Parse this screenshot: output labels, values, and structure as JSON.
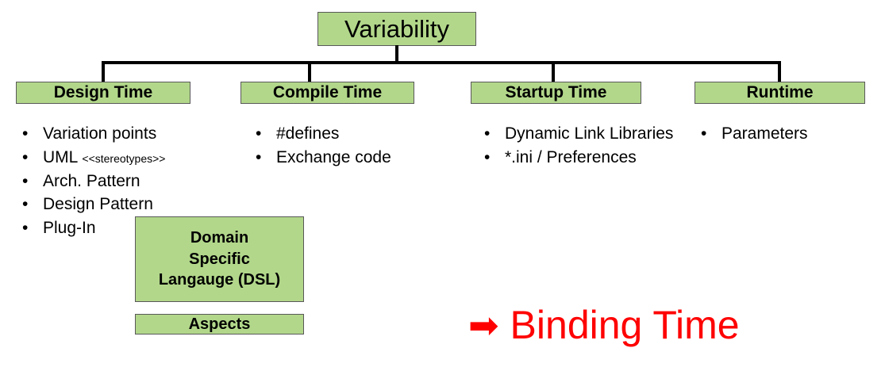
{
  "diagram": {
    "root": {
      "label": "Variability"
    },
    "columns": [
      {
        "header": "Design Time",
        "items": [
          {
            "text": "Variation points"
          },
          {
            "text": "UML ",
            "note": "<<stereotypes>>"
          },
          {
            "text": "Arch. Pattern"
          },
          {
            "text": "Design Pattern"
          },
          {
            "text": "Plug-In"
          }
        ]
      },
      {
        "header": "Compile Time",
        "items": [
          {
            "text": "#defines"
          },
          {
            "text": "Exchange code"
          }
        ]
      },
      {
        "header": "Startup Time",
        "items": [
          {
            "text": "Dynamic Link Libraries"
          },
          {
            "text": "*.ini / Preferences"
          }
        ]
      },
      {
        "header": "Runtime",
        "items": [
          {
            "text": "Parameters"
          }
        ]
      }
    ],
    "extra_boxes": [
      {
        "label_line1": "Domain",
        "label_line2": "Specific",
        "label_line3": "Langauge (DSL)"
      },
      {
        "label": "Aspects"
      }
    ],
    "callout": {
      "arrow": "➡",
      "text": "Binding Time"
    },
    "bullet_glyph": "•",
    "colors": {
      "box_fill": "#b2d78a",
      "box_border": "#595959",
      "line": "#000000",
      "text": "#000000",
      "callout_red": "#fe0000",
      "page_background": "#ffffff"
    }
  }
}
